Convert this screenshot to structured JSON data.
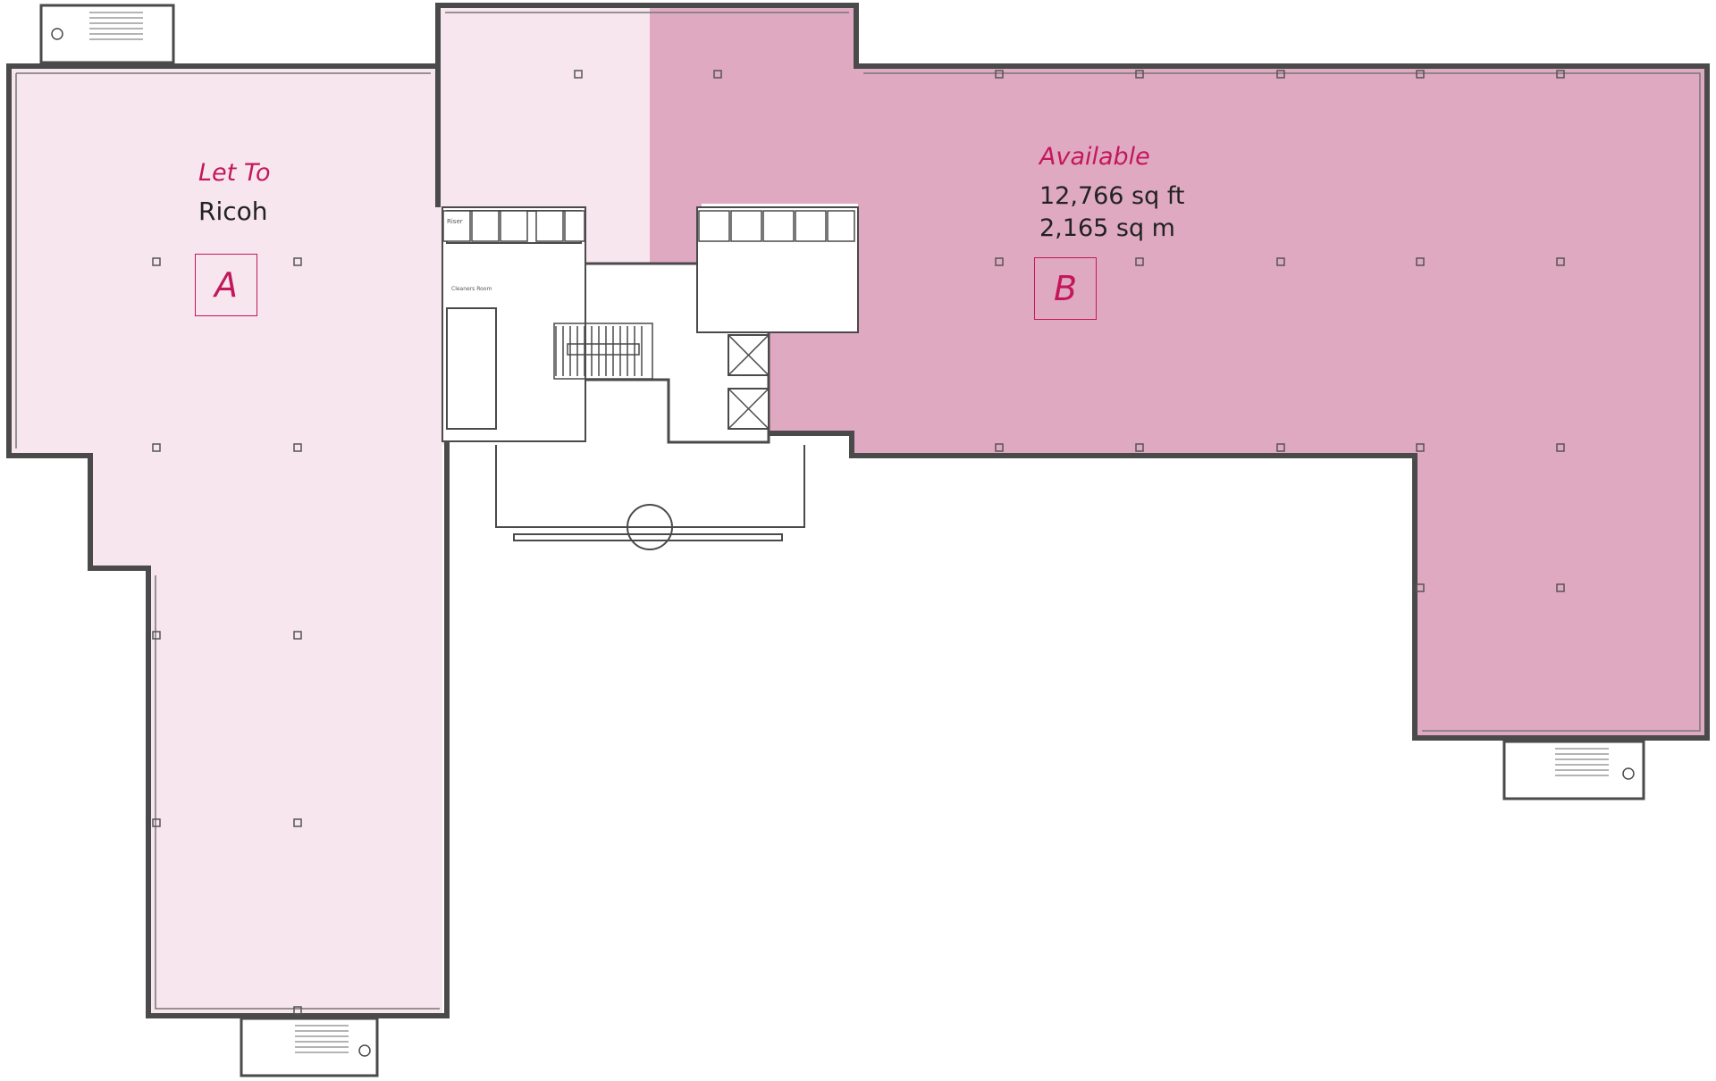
{
  "colors": {
    "unit_a_fill": "#f7e6ee",
    "unit_b_fill": "#e0a9c2",
    "wall": "#4a4a4a",
    "accent": "#c2185b",
    "text": "#222222"
  },
  "units": [
    {
      "id": "A",
      "status_label": "Let To",
      "tenant": "Ricoh"
    },
    {
      "id": "B",
      "status_label": "Available",
      "area_sqft": "12,766 sq ft",
      "area_sqm": "2,165 sq m"
    }
  ],
  "core_labels": {
    "riser": "Riser",
    "cleaners": "Cleaners Room"
  },
  "icons": {
    "accessible_wc": "wheelchair-icon",
    "lift": "lift-icon"
  }
}
